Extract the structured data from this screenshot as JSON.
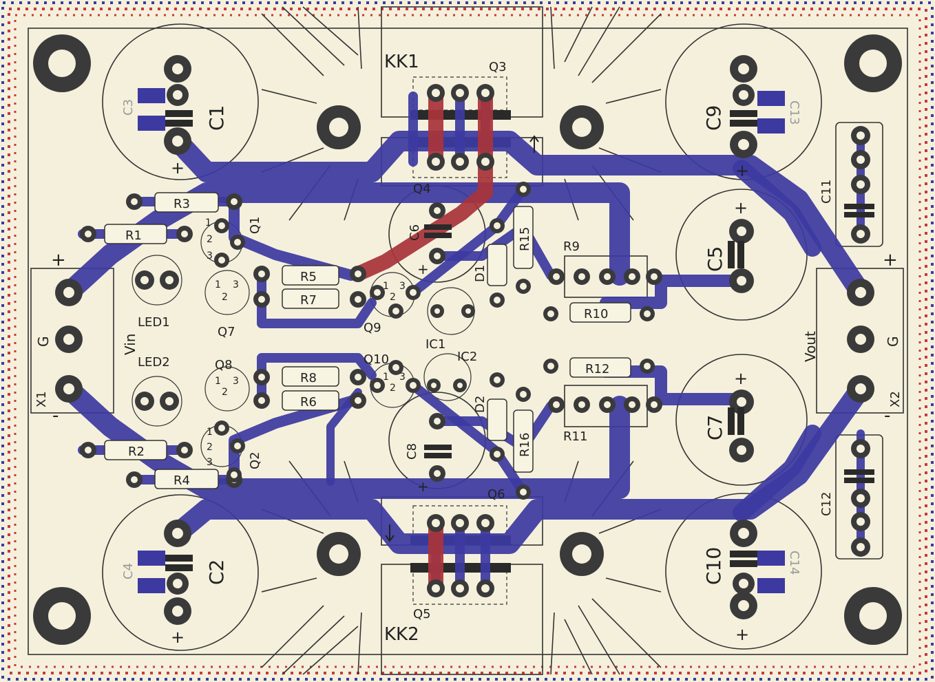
{
  "board": {
    "colors": {
      "background": "#f4f0dc",
      "bottom_copper": "#3c3aa0",
      "top_copper": "#a8343a",
      "silkscreen": "#333333",
      "border_red": "#c8383c",
      "border_blue": "#3a3aa0"
    }
  },
  "labels": {
    "kk1": "KK1",
    "kk2": "KK2",
    "q1": "Q1",
    "q2": "Q2",
    "q3": "Q3",
    "q4": "Q4",
    "q5": "Q5",
    "q6": "Q6",
    "q7": "Q7",
    "q8": "Q8",
    "q9": "Q9",
    "q10": "Q10",
    "r1": "R1",
    "r2": "R2",
    "r3": "R3",
    "r4": "R4",
    "r5": "R5",
    "r6": "R6",
    "r7": "R7",
    "r8": "R8",
    "r9": "R9",
    "r10": "R10",
    "r11": "R11",
    "r12": "R12",
    "r15": "R15",
    "r16": "R16",
    "c1": "C1",
    "c2": "C2",
    "c3": "C3",
    "c4": "C4",
    "c5": "C5",
    "c6": "C6",
    "c7": "C7",
    "c8": "C8",
    "c9": "C9",
    "c10": "C10",
    "c11": "C11",
    "c12": "C12",
    "c13": "C13",
    "c14": "C14",
    "led1": "LED1",
    "led2": "LED2",
    "ic1": "IC1",
    "ic2": "IC2",
    "d1": "D1",
    "d2": "D2",
    "x1": "X1",
    "x2": "X2",
    "vin": "Vin",
    "vout": "Vout",
    "g": "G",
    "plus": "+",
    "minus": "-",
    "pin1": "1",
    "pin2": "2",
    "pin3": "3"
  }
}
